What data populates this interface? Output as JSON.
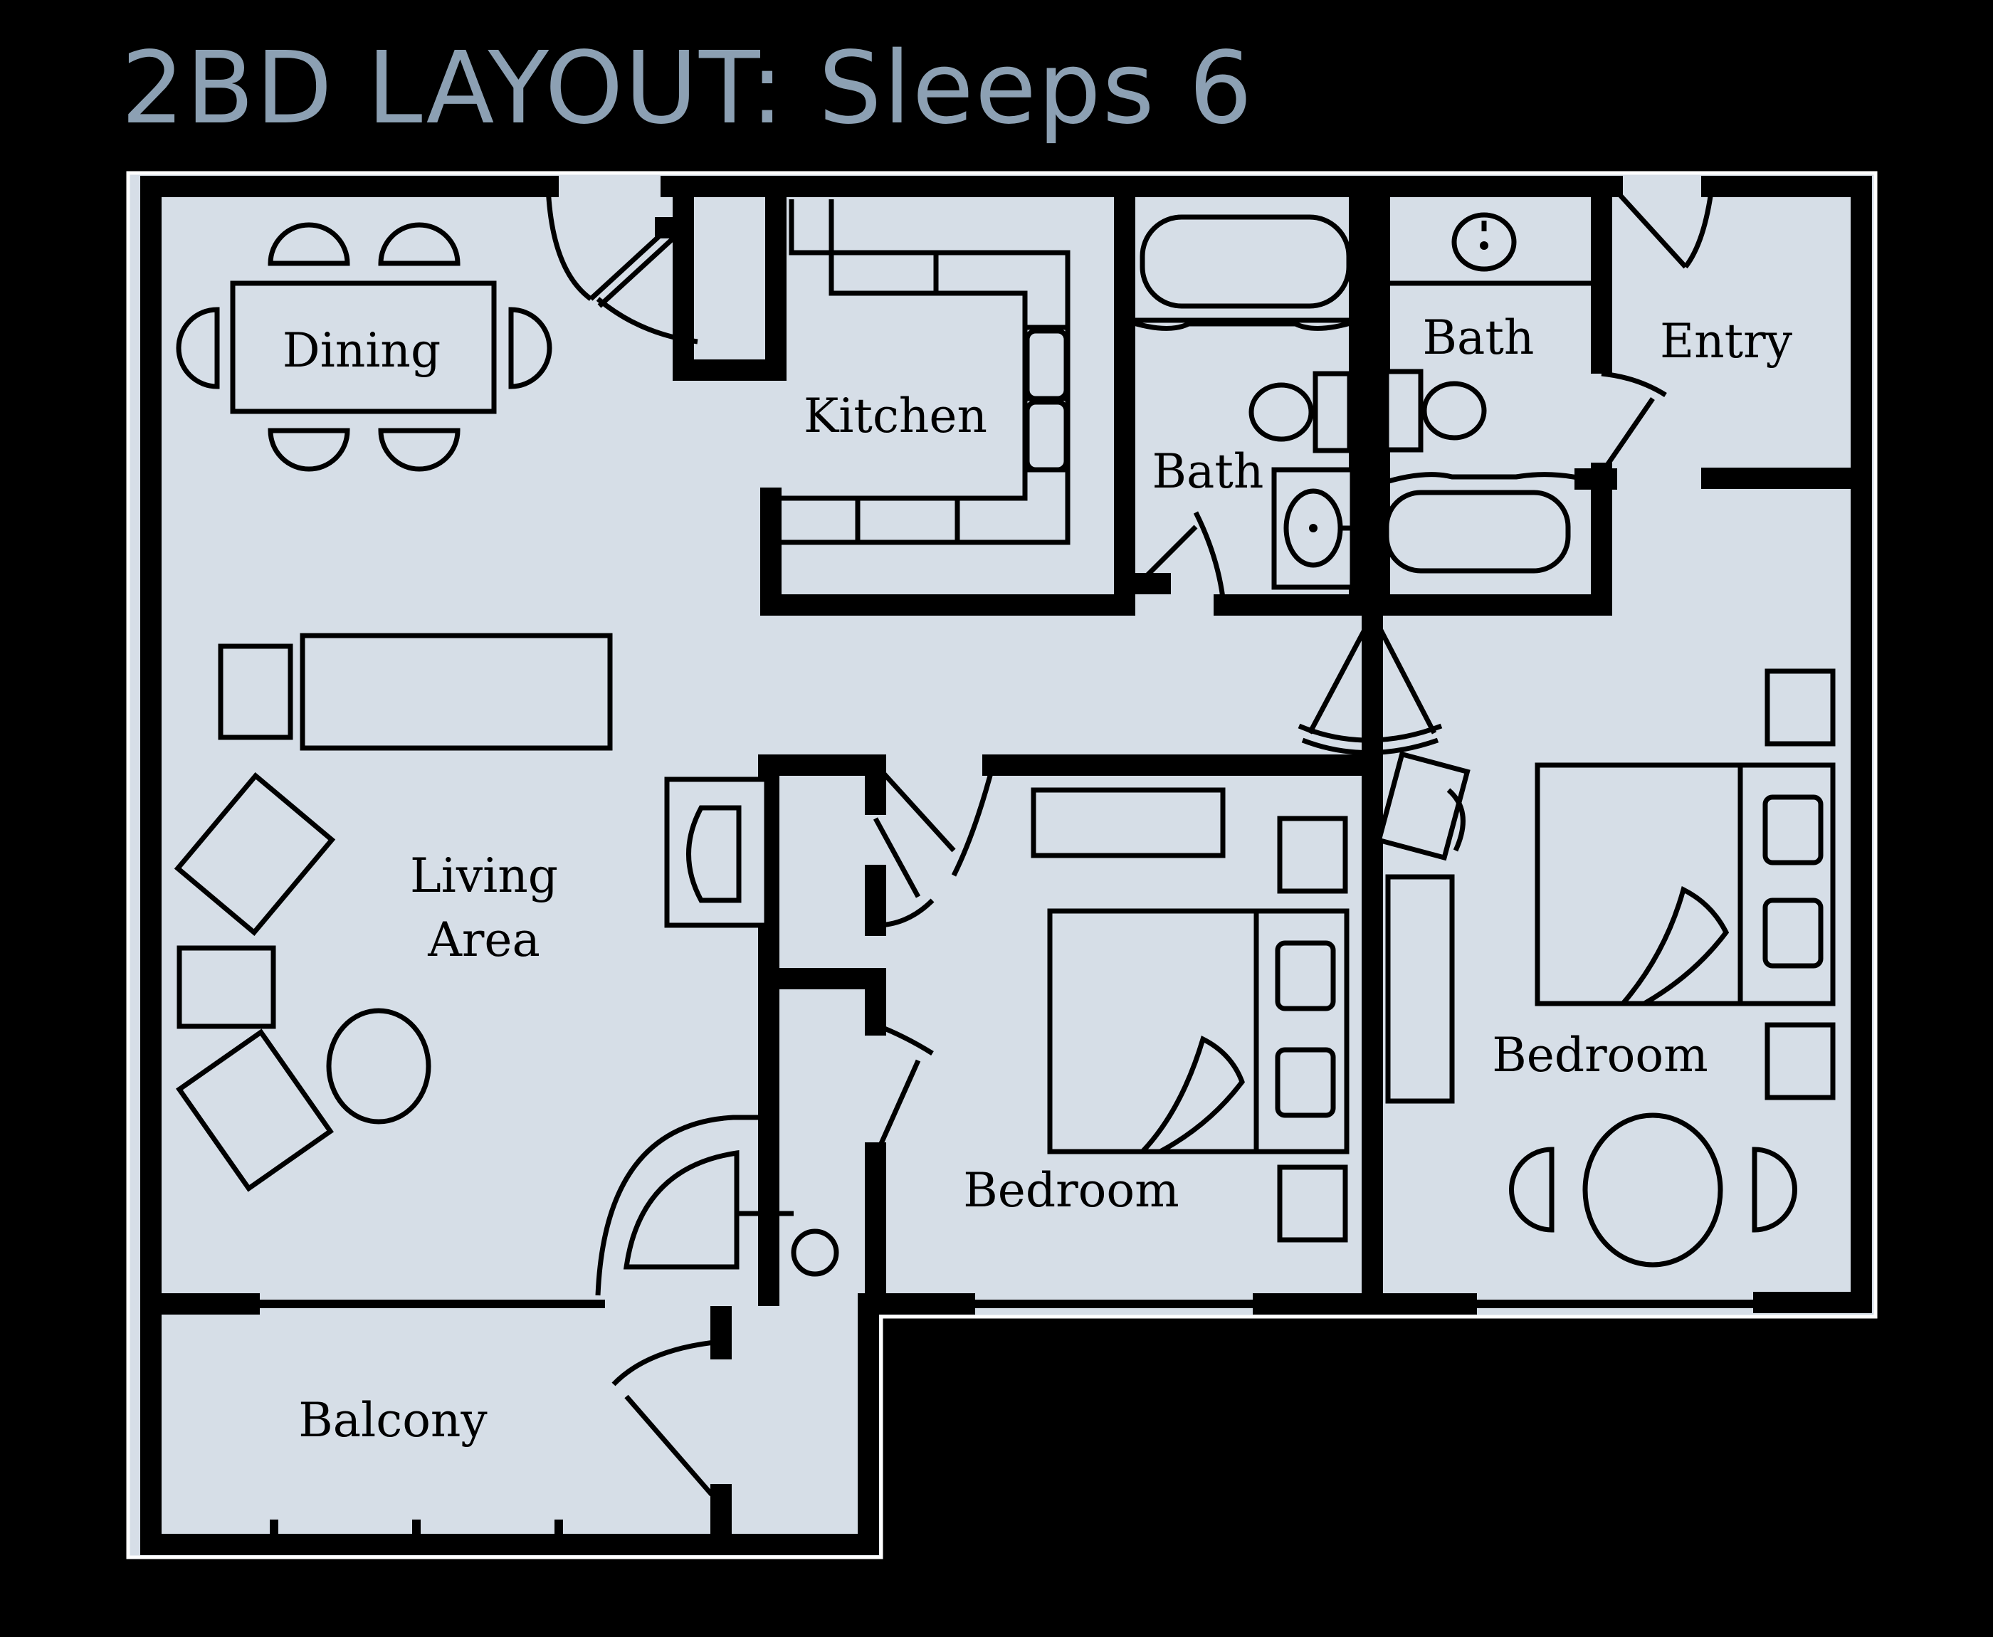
{
  "title": "2BD LAYOUT: Sleeps 6",
  "rooms": {
    "dining": "Dining",
    "kitchen": "Kitchen",
    "bath_left": "Bath",
    "bath_right": "Bath",
    "entry": "Entry",
    "living_line1": "Living",
    "living_line2": "Area",
    "bedroom_center": "Bedroom",
    "bedroom_right": "Bedroom",
    "balcony": "Balcony"
  },
  "colors": {
    "background": "#000000",
    "floor": "#d6dee7",
    "title": "#8ca0b3",
    "outline": "#ffffff",
    "walls": "#000000"
  }
}
